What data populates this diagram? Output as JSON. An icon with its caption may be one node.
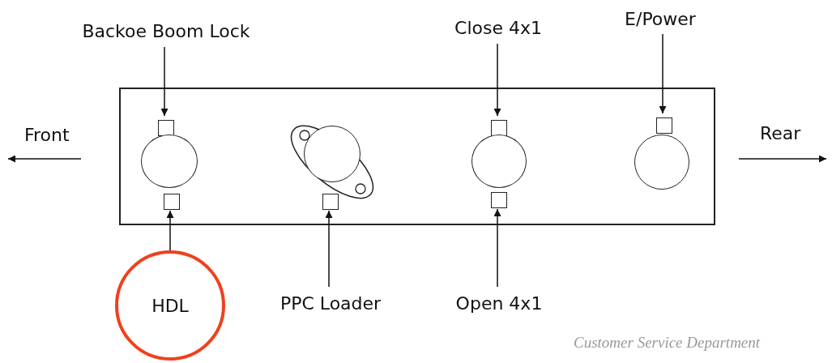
{
  "diagram": {
    "nodes": [
      {
        "text": [
          "Backoe Boom Lock"
        ]
      },
      {
        "text": [
          "Close 4x1"
        ]
      },
      {
        "text": [
          "E/Power"
        ]
      },
      {
        "text": [],
        "shape": "box"
      },
      {
        "text": [],
        "shape": "box",
        "in": 3
      },
      {
        "text": [],
        "shape": "circle",
        "in": 3
      },
      {
        "text": [],
        "shape": "box",
        "in": 3
      },
      {
        "text": [],
        "shape": "circle",
        "in": 3
      },
      {
        "text": [],
        "shape": "box",
        "in": 3
      },
      {
        "text": [],
        "shape": "box",
        "in": 3
      },
      {
        "text": [],
        "shape": "circle",
        "in": 3
      },
      {
        "text": [],
        "shape": "box",
        "in": 3
      },
      {
        "text": [],
        "shape": "box",
        "in": 3
      },
      {
        "text": [],
        "shape": "circle",
        "in": 3
      },
      {
        "text": [
          "HDL"
        ]
      },
      {
        "text": [
          "PPC Loader"
        ]
      },
      {
        "text": [
          "Open 4x1"
        ]
      }
    ],
    "edges": [
      {
        "from": 0,
        "to": 4,
        "arrow": "to"
      },
      {
        "from": 1,
        "to": 9,
        "arrow": "to"
      },
      {
        "from": 2,
        "to": 12,
        "arrow": "to"
      },
      {
        "from": 14,
        "to": 6,
        "arrow": "to"
      },
      {
        "from": 15,
        "to": 8,
        "arrow": "to"
      },
      {
        "from": 16,
        "to": 11,
        "arrow": "to"
      }
    ],
    "labels": [
      "Front",
      "Rear",
      "Customer Service Department"
    ]
  }
}
